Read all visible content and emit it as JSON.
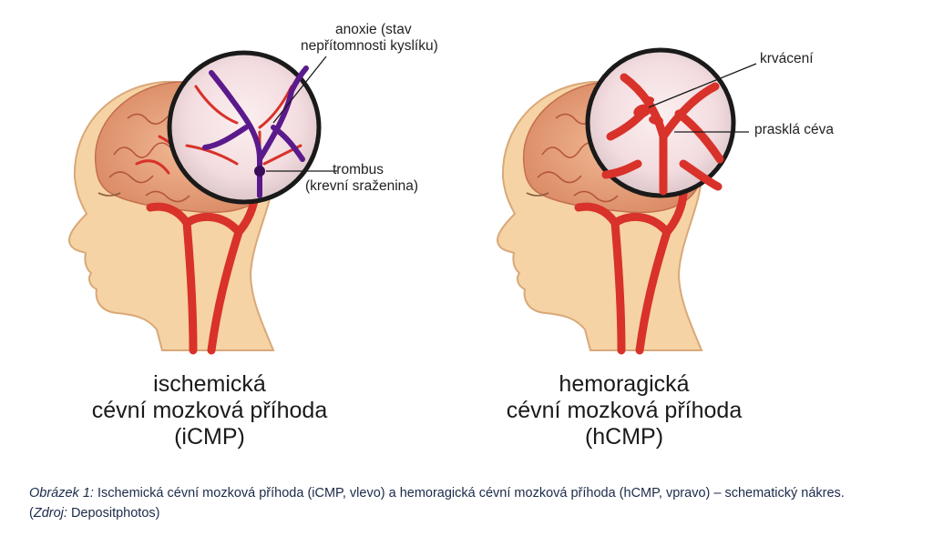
{
  "left_panel": {
    "label_anoxie": [
      "anoxie (stav",
      "nepřítomnosti kyslíku)"
    ],
    "label_trombus": [
      "trombus",
      "(krevní sraženina)"
    ],
    "title": [
      "ischemická",
      "cévní mozková příhoda",
      "(iCMP)"
    ]
  },
  "right_panel": {
    "label_krvaceni": "krvácení",
    "label_praskla": "prasklá céva",
    "title": [
      "hemoragická",
      "cévní mozková příhoda",
      "(hCMP)"
    ]
  },
  "caption": {
    "prefix": "Obrázek 1:",
    "text": " Ischemická cévní mozková příhoda (iCMP, vlevo) a hemoragická cévní mozková příhoda (hCMP, vpravo) – schematický nákres. (",
    "source_label": "Zdroj:",
    "source": " Depositphotos)"
  },
  "colors": {
    "skin": "#f6d3a4",
    "skin_outline": "#d9a878",
    "brain": "#e8a07a",
    "artery": "#d8322a",
    "thrombus_vessel": "#5a1a8c",
    "lens_ring": "#1a1a1a",
    "caption_text": "#1b2a4a"
  }
}
